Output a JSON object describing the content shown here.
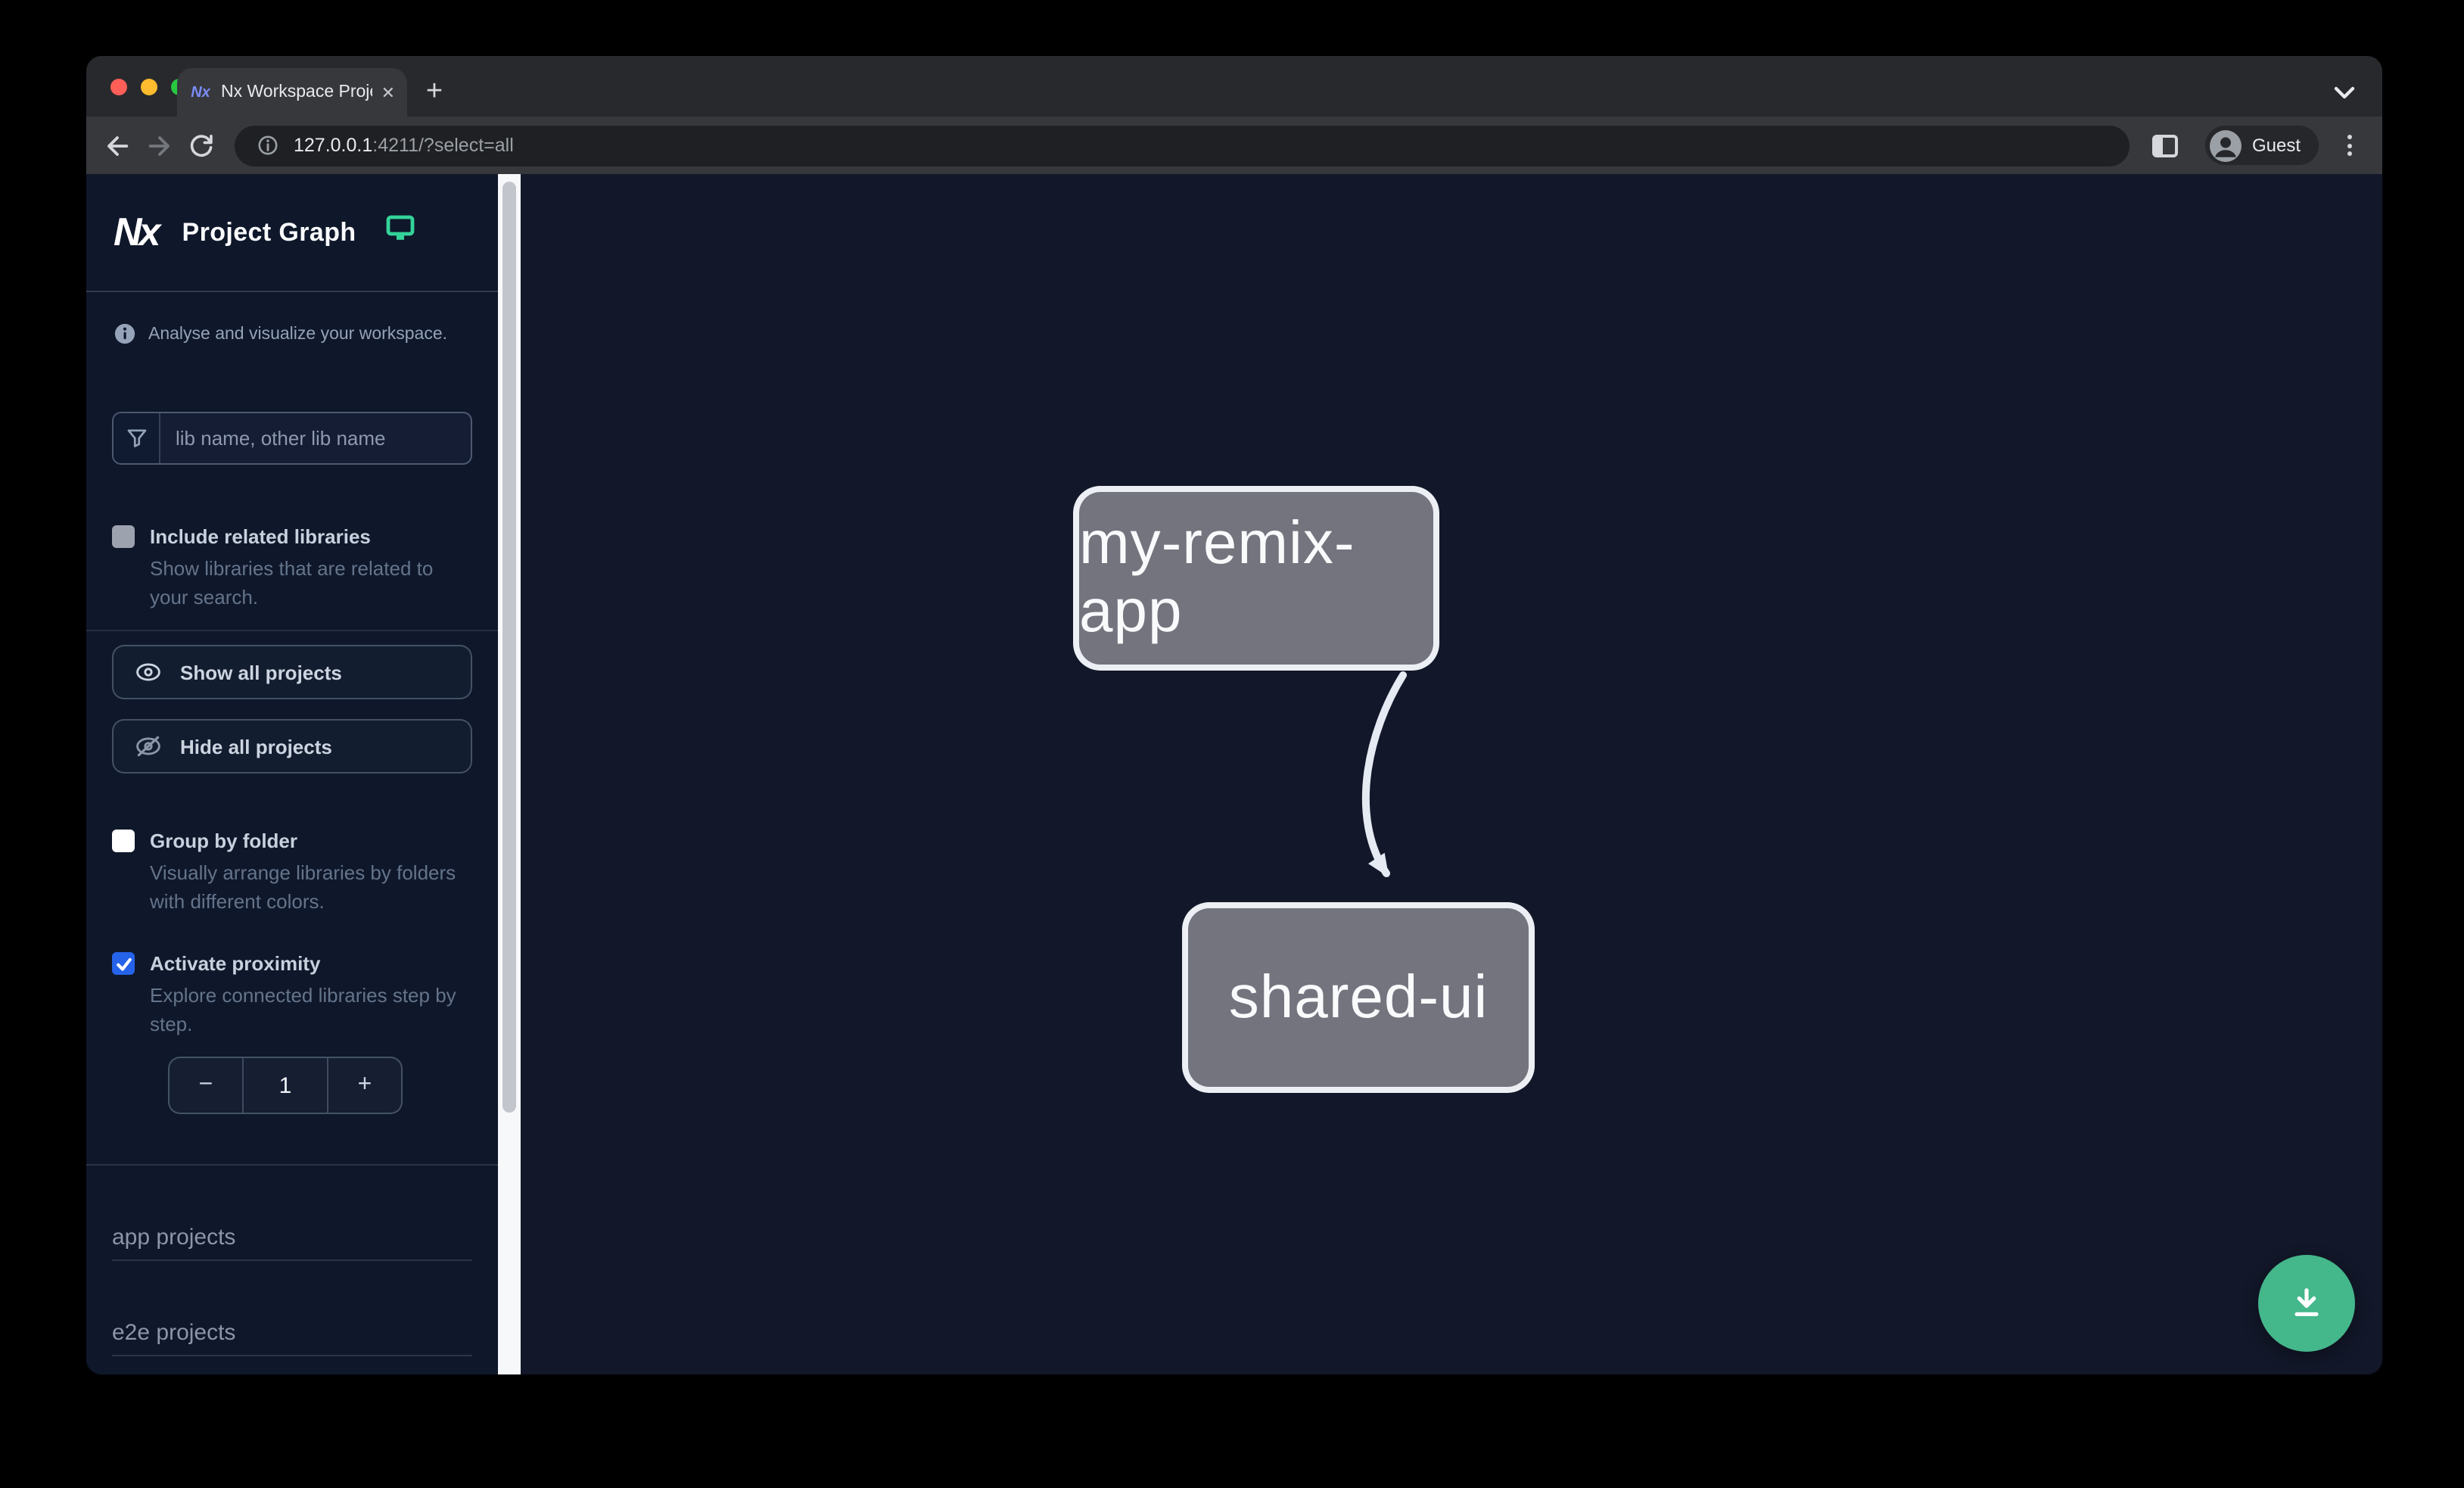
{
  "browser": {
    "tab": {
      "title": "Nx Workspace Project Graph",
      "favicon_text": "Nx",
      "close_glyph": "✕",
      "new_tab_glyph": "+"
    },
    "address": {
      "host": "127.0.0.1",
      "path": ":4211/?select=all"
    },
    "profile_label": "Guest"
  },
  "sidebar": {
    "brand_logo_text": "Nx",
    "brand_title": "Project Graph",
    "tagline": "Analyse and visualize your workspace.",
    "search_placeholder": "lib name, other lib name",
    "include_related": {
      "label": "Include related libraries",
      "description": "Show libraries that are related to your search.",
      "checked": false
    },
    "show_all_label": "Show all projects",
    "hide_all_label": "Hide all projects",
    "group_by_folder": {
      "label": "Group by folder",
      "description": "Visually arrange libraries by folders with different colors.",
      "checked": false
    },
    "activate_proximity": {
      "label": "Activate proximity",
      "description": "Explore connected libraries step by step.",
      "checked": true
    },
    "stepper": {
      "decrement_glyph": "−",
      "value": "1",
      "increment_glyph": "+"
    },
    "sections": [
      {
        "label": "app projects"
      },
      {
        "label": "e2e projects"
      }
    ]
  },
  "graph": {
    "nodes": [
      {
        "id": "my-remix-app",
        "label": "my-remix-app"
      },
      {
        "id": "shared-ui",
        "label": "shared-ui"
      }
    ],
    "edges": [
      {
        "source": "my-remix-app",
        "target": "shared-ui"
      }
    ]
  },
  "colors": {
    "traffic_red": "#ff5f57",
    "traffic_yellow": "#febc2e",
    "traffic_green": "#28c840",
    "accent_blue": "#2563eb",
    "fab_green": "#44b78b",
    "brand_green": "#34d399",
    "checkbox_muted": "#9ca3af",
    "checkbox_white": "#ffffff"
  }
}
